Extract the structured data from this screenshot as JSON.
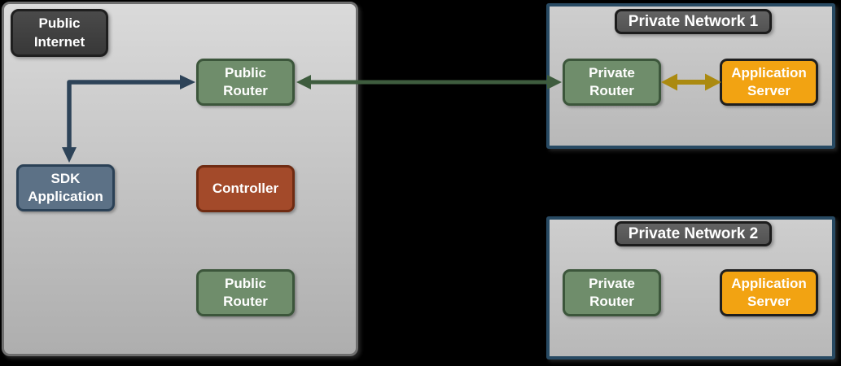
{
  "page": {
    "background": "#000000"
  },
  "palette": {
    "public_zone_fill_top": "#dadada",
    "public_zone_fill_bottom": "#aeaeae",
    "public_zone_border": "#6e6e6e",
    "private_zone_border": "#284a63",
    "router_green": "#6f8d6b",
    "router_green_border": "#3c563b",
    "sdk_slate": "#5c7186",
    "sdk_slate_border": "#2b4156",
    "controller_rust": "#a34a2a",
    "controller_rust_border": "#6f2b12",
    "server_orange": "#f2a312",
    "server_orange_border": "#1f1f1f",
    "internet_badge_gray": "#3e3e3e",
    "network_badge_gray": "#595959"
  },
  "public_internet": {
    "badge": "Public\nInternet",
    "public_router_top": "Public\nRouter",
    "sdk_application": "SDK\nApplication",
    "controller": "Controller",
    "public_router_bottom": "Public\nRouter"
  },
  "private_network_1": {
    "badge": "Private Network 1",
    "private_router": "Private\nRouter",
    "application_server": "Application\nServer"
  },
  "private_network_2": {
    "badge": "Private Network 2",
    "private_router": "Private\nRouter",
    "application_server": "Application\nServer"
  },
  "arrows": {
    "sdk_link": {
      "color": "#2d4358"
    },
    "wan_link": {
      "color": "#3e5c3e"
    },
    "lan_link": {
      "color": "#ab8a10"
    }
  }
}
